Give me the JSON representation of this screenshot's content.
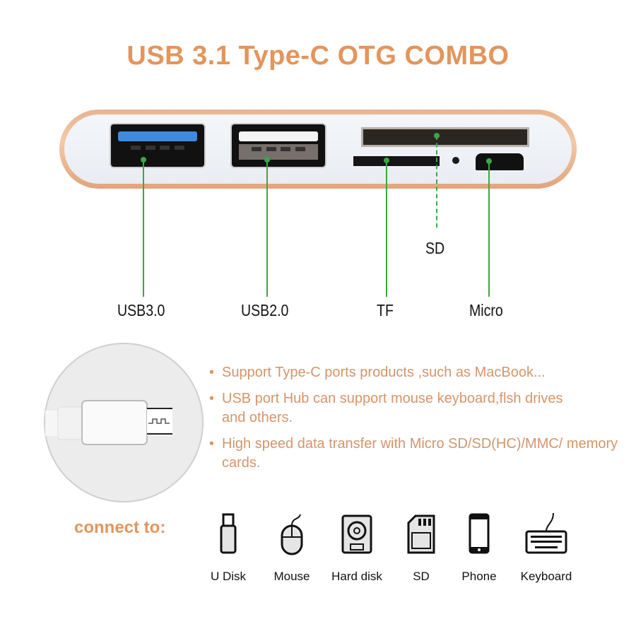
{
  "title": "USB 3.1 Type-C OTG COMBO",
  "ports": [
    {
      "label": "USB3.0"
    },
    {
      "label": "USB2.0"
    },
    {
      "label": "TF"
    },
    {
      "label": "SD"
    },
    {
      "label": "Micro"
    }
  ],
  "colors": {
    "accent": "#e3955c",
    "leader": "#3aa845",
    "usb3_blue": "#3d8be0"
  },
  "features": [
    {
      "text": "Support Type-C ports products ,such as MacBook..."
    },
    {
      "text": "USB port Hub can support mouse keyboard,flsh drives and others."
    },
    {
      "text": "High speed data transfer with Micro SD/SD(HC)/MMC/ memory cards."
    }
  ],
  "connect": {
    "heading": "connect to:",
    "devices": [
      {
        "label": "U Disk",
        "icon": "usb-drive-icon"
      },
      {
        "label": "Mouse",
        "icon": "mouse-icon"
      },
      {
        "label": "Hard disk",
        "icon": "hard-disk-icon"
      },
      {
        "label": "SD",
        "icon": "sd-card-icon"
      },
      {
        "label": "Phone",
        "icon": "phone-icon"
      },
      {
        "label": "Keyboard",
        "icon": "keyboard-icon"
      }
    ]
  }
}
